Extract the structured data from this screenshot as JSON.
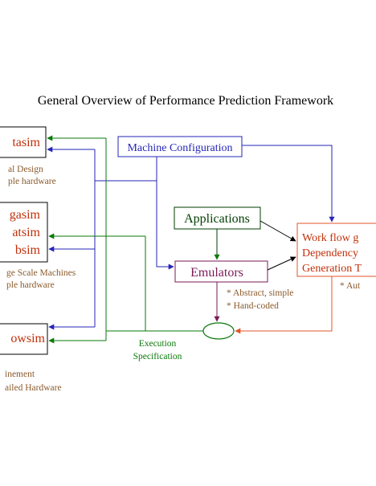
{
  "title": "General Overview of Performance Prediction Framework",
  "boxes": {
    "tasim": "tasim",
    "gasim": "gasim",
    "atsim": "atsim",
    "bsim": "bsim",
    "owsim": "owsim",
    "machine_configuration": "Machine Configuration",
    "applications": "Applications",
    "emulators": "Emulators",
    "workflow_line1": "Work flow g",
    "workflow_line2": "Dependency",
    "workflow_line3": "Generation T"
  },
  "notes": {
    "tasim_line1": "al Design",
    "tasim_line2": "ple hardware",
    "group2_line1": "ge Scale Machines",
    "group2_line2": "ple hardware",
    "owsim_line1": "inement",
    "owsim_line2": "ailed Hardware",
    "emulators_line1": "* Abstract, simple",
    "emulators_line2": "* Hand-coded",
    "workflow_line1": "* Aut",
    "execution_line1": "Execution",
    "execution_line2": "Specification"
  },
  "colors": {
    "title": "#000000",
    "sim_text": "#c0300a",
    "note_text": "#8b5a2b",
    "blue": "#2626b8",
    "green_box": "#003d00",
    "green_line": "#0a7a0a",
    "purple": "#7a1a55",
    "orange": "#e0552a",
    "black": "#000000"
  }
}
